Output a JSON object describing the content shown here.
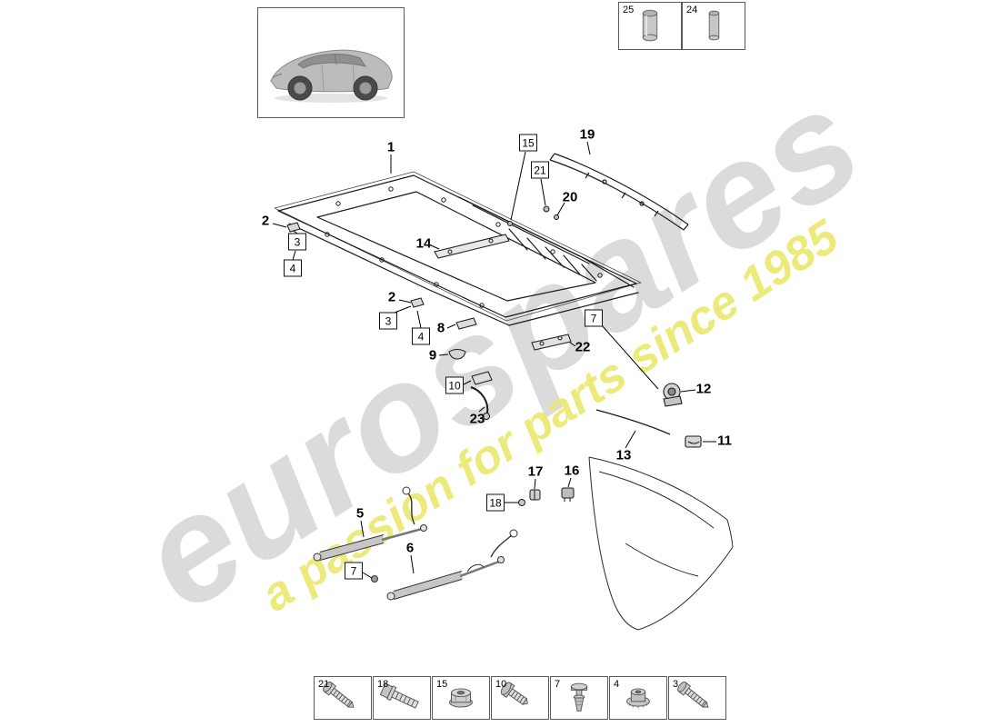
{
  "watermark": {
    "brand": "eurospares",
    "tagline": "a passion for parts since 1985",
    "brand_color": "#dadada",
    "tagline_color": "#ece86e"
  },
  "colors": {
    "line": "#1a1a1a",
    "part_fill": "#c9c9c9"
  },
  "vehicle_thumbnail": {
    "icon": "car-side-view"
  },
  "top_items": [
    {
      "label": "25",
      "icon": "rubber-buffer-large"
    },
    {
      "label": "24",
      "icon": "rubber-buffer-small"
    }
  ],
  "callouts": [
    {
      "label": "1",
      "boxed": false
    },
    {
      "label": "15",
      "boxed": true
    },
    {
      "label": "19",
      "boxed": false
    },
    {
      "label": "21",
      "boxed": true
    },
    {
      "label": "20",
      "boxed": false
    },
    {
      "label": "2",
      "boxed": false
    },
    {
      "label": "3",
      "boxed": true
    },
    {
      "label": "4",
      "boxed": true
    },
    {
      "label": "14",
      "boxed": false
    },
    {
      "label": "2",
      "boxed": false
    },
    {
      "label": "3",
      "boxed": true
    },
    {
      "label": "4",
      "boxed": true
    },
    {
      "label": "8",
      "boxed": false
    },
    {
      "label": "9",
      "boxed": false
    },
    {
      "label": "10",
      "boxed": true
    },
    {
      "label": "7",
      "boxed": true
    },
    {
      "label": "22",
      "boxed": false
    },
    {
      "label": "23",
      "boxed": false
    },
    {
      "label": "12",
      "boxed": false
    },
    {
      "label": "11",
      "boxed": false
    },
    {
      "label": "13",
      "boxed": false
    },
    {
      "label": "17",
      "boxed": false
    },
    {
      "label": "16",
      "boxed": false
    },
    {
      "label": "18",
      "boxed": true
    },
    {
      "label": "5",
      "boxed": false
    },
    {
      "label": "7",
      "boxed": true
    },
    {
      "label": "6",
      "boxed": false
    }
  ],
  "fastener_row": [
    {
      "label": "21",
      "icon": "torx-screw"
    },
    {
      "label": "18",
      "icon": "hex-bolt"
    },
    {
      "label": "15",
      "icon": "flange-nut"
    },
    {
      "label": "10",
      "icon": "pan-head-screw"
    },
    {
      "label": "7",
      "icon": "plastic-rivet"
    },
    {
      "label": "4",
      "icon": "round-nut"
    },
    {
      "label": "3",
      "icon": "torx-screw"
    }
  ]
}
